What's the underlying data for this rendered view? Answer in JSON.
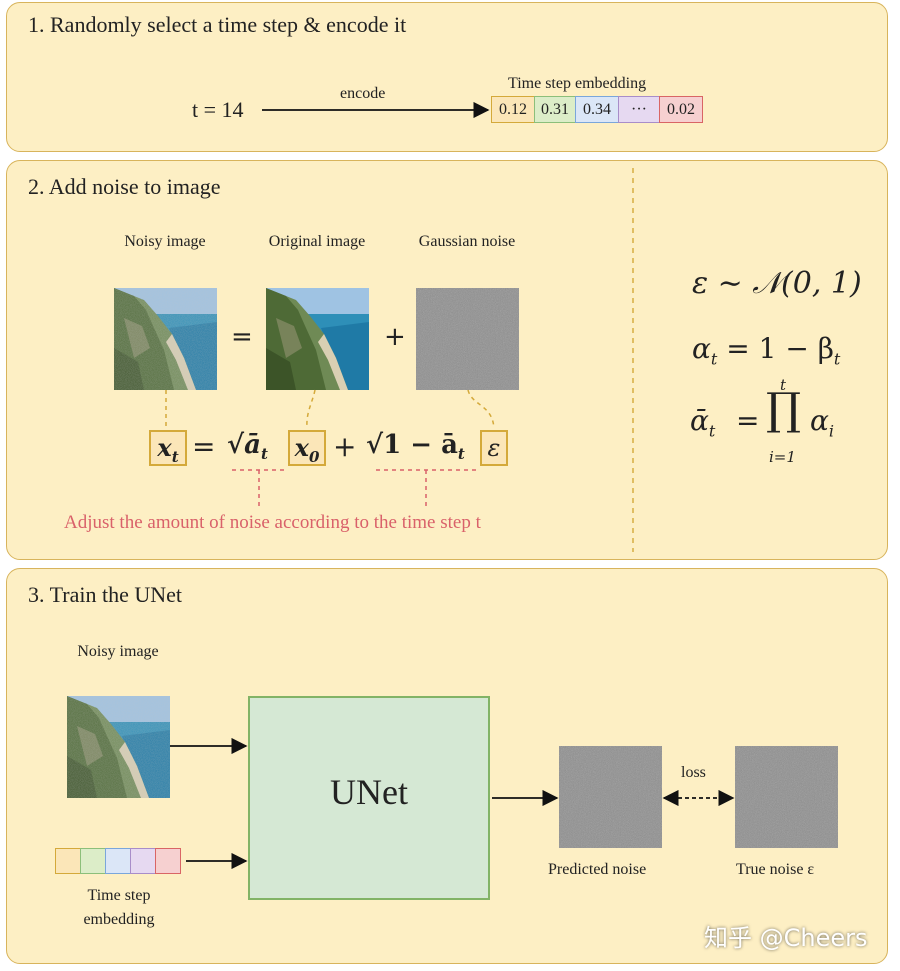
{
  "section1": {
    "title": "1. Randomly select a time step & encode it",
    "t_label": "t = 14",
    "arrow_label": "encode",
    "embedding_label": "Time step embedding",
    "embedding_cells": [
      {
        "text": "0.12",
        "border": "#d4a93a",
        "fill": "#fbe6b8"
      },
      {
        "text": "0.31",
        "border": "#8cbf7a",
        "fill": "#dcedc8"
      },
      {
        "text": "0.34",
        "border": "#7aa6db",
        "fill": "#dbe6f7"
      },
      {
        "text": "···",
        "border": "#a88dc9",
        "fill": "#e6d9f1"
      },
      {
        "text": "0.02",
        "border": "#d96565",
        "fill": "#f6d0d0"
      }
    ]
  },
  "section2": {
    "title": "2. Add noise to image",
    "noisy_label": "Noisy image",
    "original_label": "Original image",
    "gaussian_label": "Gaussian noise",
    "equals_sign": "=",
    "plus_sign": "+",
    "eq_xt": "x",
    "eq_xt_sub": "t",
    "eq_equals": "=",
    "eq_sqrt_abar": "√ā",
    "eq_sqrt_abar_sub": "t",
    "eq_x0": "x",
    "eq_x0_sub": "0",
    "eq_plus": "+",
    "eq_sqrt_one_minus": "√1 − ā",
    "eq_sqrt_one_minus_sub": "t",
    "eq_epsilon": "ε",
    "adjust_text": "Adjust the amount of noise according to the time step t",
    "formula1": "ε ∼ 𝒩(0, 1)",
    "formula2_lhs": "α",
    "formula2_sub": "t",
    "formula2_rhs": "= 1 − β",
    "formula2_rhs_sub": "t",
    "formula3_lhs": "ᾱ",
    "formula3_sub": "t",
    "formula3_eq": "=",
    "formula3_prod": "∏",
    "formula3_top": "t",
    "formula3_bottom": "i=1",
    "formula3_alpha": "α",
    "formula3_alpha_sub": "i"
  },
  "section3": {
    "title": "3. Train the UNet",
    "noisy_label": "Noisy image",
    "unet_label": "UNet",
    "embedding_label": "Time step embedding",
    "predicted_label": "Predicted noise",
    "true_label": "True noise ε",
    "loss_label": "loss",
    "embedding_colors": [
      {
        "border": "#d4a93a",
        "fill": "#fbe6b8"
      },
      {
        "border": "#8cbf7a",
        "fill": "#dcedc8"
      },
      {
        "border": "#7aa6db",
        "fill": "#dbe6f7"
      },
      {
        "border": "#a88dc9",
        "fill": "#e6d9f1"
      },
      {
        "border": "#d96565",
        "fill": "#f6d0d0"
      }
    ]
  },
  "watermark": "知乎 @Cheers",
  "colors": {
    "panel_fill": "#fdefc4",
    "panel_border": "#d8b45c",
    "unet_fill": "#d5e8d4",
    "unet_border": "#82b366",
    "highlight_border": "#d4a93a",
    "adjust_text": "#d9616a"
  }
}
